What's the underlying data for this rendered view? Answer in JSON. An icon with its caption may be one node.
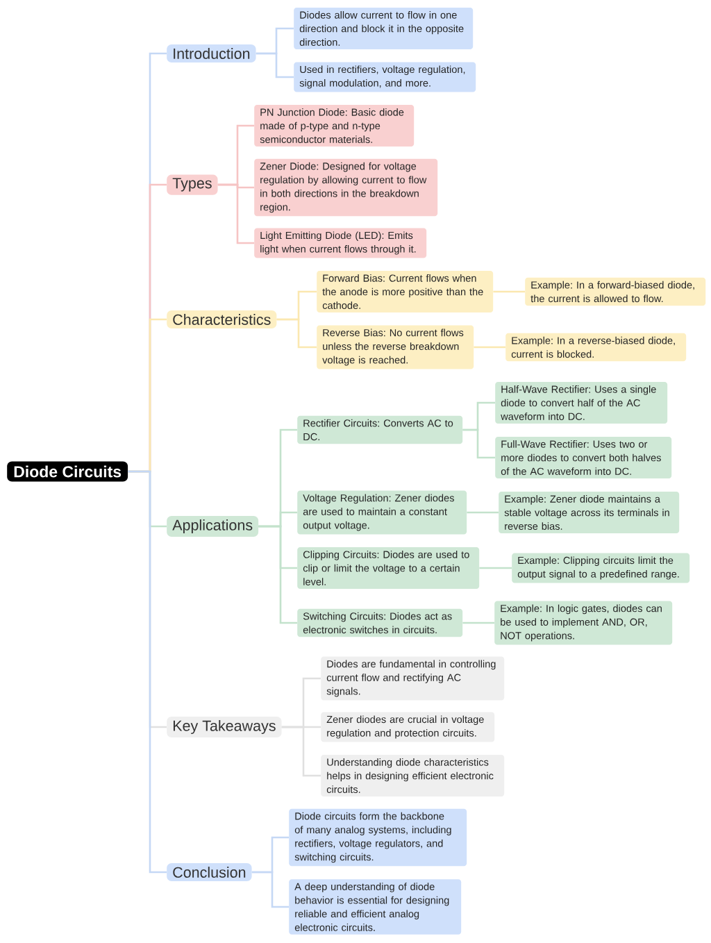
{
  "diagram": {
    "nodes": [
      {
        "text": [
          "Diode Circuits"
        ]
      },
      {
        "text": [
          "Introduction"
        ]
      },
      {
        "text": [
          "Diodes allow current to flow in one direction and block it in the opposite direction."
        ]
      },
      {
        "text": [
          "Used in rectifiers, voltage regulation, signal modulation, and more."
        ]
      },
      {
        "text": [
          "Types"
        ]
      },
      {
        "text": [
          "PN Junction Diode: Basic diode made of p-type and n-type semiconductor materials."
        ]
      },
      {
        "text": [
          "Zener Diode: Designed for voltage regulation by allowing current to flow in both directions in the breakdown region."
        ]
      },
      {
        "text": [
          "Light Emitting Diode (LED): Emits light when current flows through it."
        ]
      },
      {
        "text": [
          "Characteristics"
        ]
      },
      {
        "text": [
          "Forward Bias: Current flows when the anode is more positive than the cathode."
        ]
      },
      {
        "text": [
          "Example: In a forward-biased diode, the current is allowed to flow."
        ]
      },
      {
        "text": [
          "Reverse Bias: No current flows unless the reverse breakdown voltage is reached."
        ]
      },
      {
        "text": [
          "Example: In a reverse-biased diode, current is blocked."
        ]
      },
      {
        "text": [
          "Applications"
        ]
      },
      {
        "text": [
          "Rectifier Circuits: Converts AC to DC."
        ]
      },
      {
        "text": [
          "Half-Wave Rectifier: Uses a single diode to convert half of the AC waveform into DC."
        ]
      },
      {
        "text": [
          "Full-Wave Rectifier: Uses two or more diodes to convert both halves of the AC waveform into DC."
        ]
      },
      {
        "text": [
          "Voltage Regulation: Zener diodes are used to maintain a constant output voltage."
        ]
      },
      {
        "text": [
          "Example: Zener diode maintains a stable voltage across its terminals in reverse bias."
        ]
      },
      {
        "text": [
          "Clipping Circuits: Diodes are used to clip or limit the voltage to a certain level."
        ]
      },
      {
        "text": [
          "Example: Clipping circuits limit the output signal to a predefined range."
        ]
      },
      {
        "text": [
          "Switching Circuits: Diodes act as electronic switches in circuits."
        ]
      },
      {
        "text": [
          "Example: In logic gates, diodes can be used to implement AND, OR, NOT operations."
        ]
      },
      {
        "text": [
          "Key Takeaways"
        ]
      },
      {
        "text": [
          "Diodes are fundamental in controlling current flow and rectifying AC signals."
        ]
      },
      {
        "text": [
          "Zener diodes are crucial in voltage regulation and protection circuits."
        ]
      },
      {
        "text": [
          "Understanding diode characteristics helps in designing efficient electronic circuits."
        ]
      },
      {
        "text": [
          "Conclusion"
        ]
      },
      {
        "text": [
          "Diode circuits form the backbone of many analog systems, including rectifiers, voltage regulators, and switching circuits."
        ]
      },
      {
        "text": [
          "A deep understanding of diode behavior is essential for designing reliable and efficient analog electronic circuits."
        ]
      }
    ],
    "edges": [
      {
        "from": 0,
        "to": 1,
        "arrow": "none",
        "color": "#c5d8f5"
      },
      {
        "from": 1,
        "to": 2,
        "arrow": "none",
        "color": "#c5d8f5"
      },
      {
        "from": 1,
        "to": 3,
        "arrow": "none",
        "color": "#c5d8f5"
      },
      {
        "from": 0,
        "to": 4,
        "arrow": "none",
        "color": "#f6c4c4"
      },
      {
        "from": 4,
        "to": 5,
        "arrow": "none",
        "color": "#f6c4c4"
      },
      {
        "from": 4,
        "to": 6,
        "arrow": "none",
        "color": "#f6c4c4"
      },
      {
        "from": 4,
        "to": 7,
        "arrow": "none",
        "color": "#f6c4c4"
      },
      {
        "from": 0,
        "to": 8,
        "arrow": "none",
        "color": "#fbe8b0"
      },
      {
        "from": 8,
        "to": 9,
        "arrow": "none",
        "color": "#fbe8b0"
      },
      {
        "from": 9,
        "to": 10,
        "arrow": "none",
        "color": "#fbe8b0"
      },
      {
        "from": 8,
        "to": 11,
        "arrow": "none",
        "color": "#fbe8b0"
      },
      {
        "from": 11,
        "to": 12,
        "arrow": "none",
        "color": "#fbe8b0"
      },
      {
        "from": 0,
        "to": 13,
        "arrow": "none",
        "color": "#c3e2cc"
      },
      {
        "from": 13,
        "to": 14,
        "arrow": "none",
        "color": "#c3e2cc"
      },
      {
        "from": 14,
        "to": 15,
        "arrow": "none",
        "color": "#c3e2cc"
      },
      {
        "from": 14,
        "to": 16,
        "arrow": "none",
        "color": "#c3e2cc"
      },
      {
        "from": 13,
        "to": 17,
        "arrow": "none",
        "color": "#c3e2cc"
      },
      {
        "from": 17,
        "to": 18,
        "arrow": "none",
        "color": "#c3e2cc"
      },
      {
        "from": 13,
        "to": 19,
        "arrow": "none",
        "color": "#c3e2cc"
      },
      {
        "from": 19,
        "to": 20,
        "arrow": "none",
        "color": "#c3e2cc"
      },
      {
        "from": 13,
        "to": 21,
        "arrow": "none",
        "color": "#c3e2cc"
      },
      {
        "from": 21,
        "to": 22,
        "arrow": "none",
        "color": "#c3e2cc"
      },
      {
        "from": 0,
        "to": 23,
        "arrow": "none",
        "color": "#e0e0e0"
      },
      {
        "from": 23,
        "to": 24,
        "arrow": "none",
        "color": "#e0e0e0"
      },
      {
        "from": 23,
        "to": 25,
        "arrow": "none",
        "color": "#e0e0e0"
      },
      {
        "from": 23,
        "to": 26,
        "arrow": "none",
        "color": "#e0e0e0"
      },
      {
        "from": 0,
        "to": 27,
        "arrow": "none",
        "color": "#c5d8f5"
      },
      {
        "from": 27,
        "to": 28,
        "arrow": "none",
        "color": "#c5d8f5"
      },
      {
        "from": 27,
        "to": 29,
        "arrow": "none",
        "color": "#c5d8f5"
      }
    ]
  }
}
